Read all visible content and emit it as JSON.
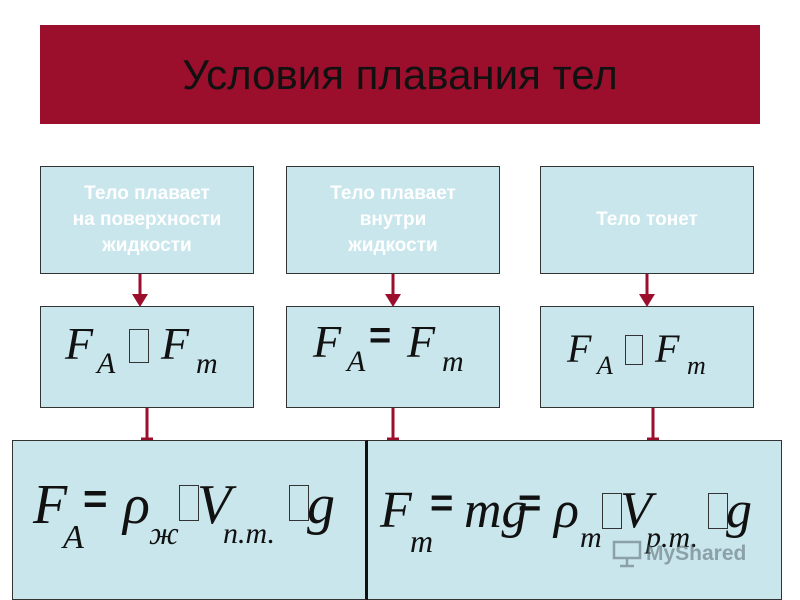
{
  "title": "Условия плавания тел",
  "conditions": [
    {
      "label": "Тело плавает\nна поверхности\nжидкости"
    },
    {
      "label": "Тело плавает\nвнутри\nжидкости"
    },
    {
      "label": "Тело тонет"
    }
  ],
  "formulas": {
    "F": "F",
    "A": "A",
    "m": "m",
    "equals": "=",
    "rho": "ρ",
    "zh": "ж",
    "V": "V",
    "pt": "п.т.",
    "g": "g",
    "mg": "mg",
    "pm": "р.т."
  },
  "watermark": "MyShared",
  "colors": {
    "title_bg": "#9b0f2c",
    "box_bg": "#c8e6ec",
    "arrow": "#9b0f2c"
  }
}
